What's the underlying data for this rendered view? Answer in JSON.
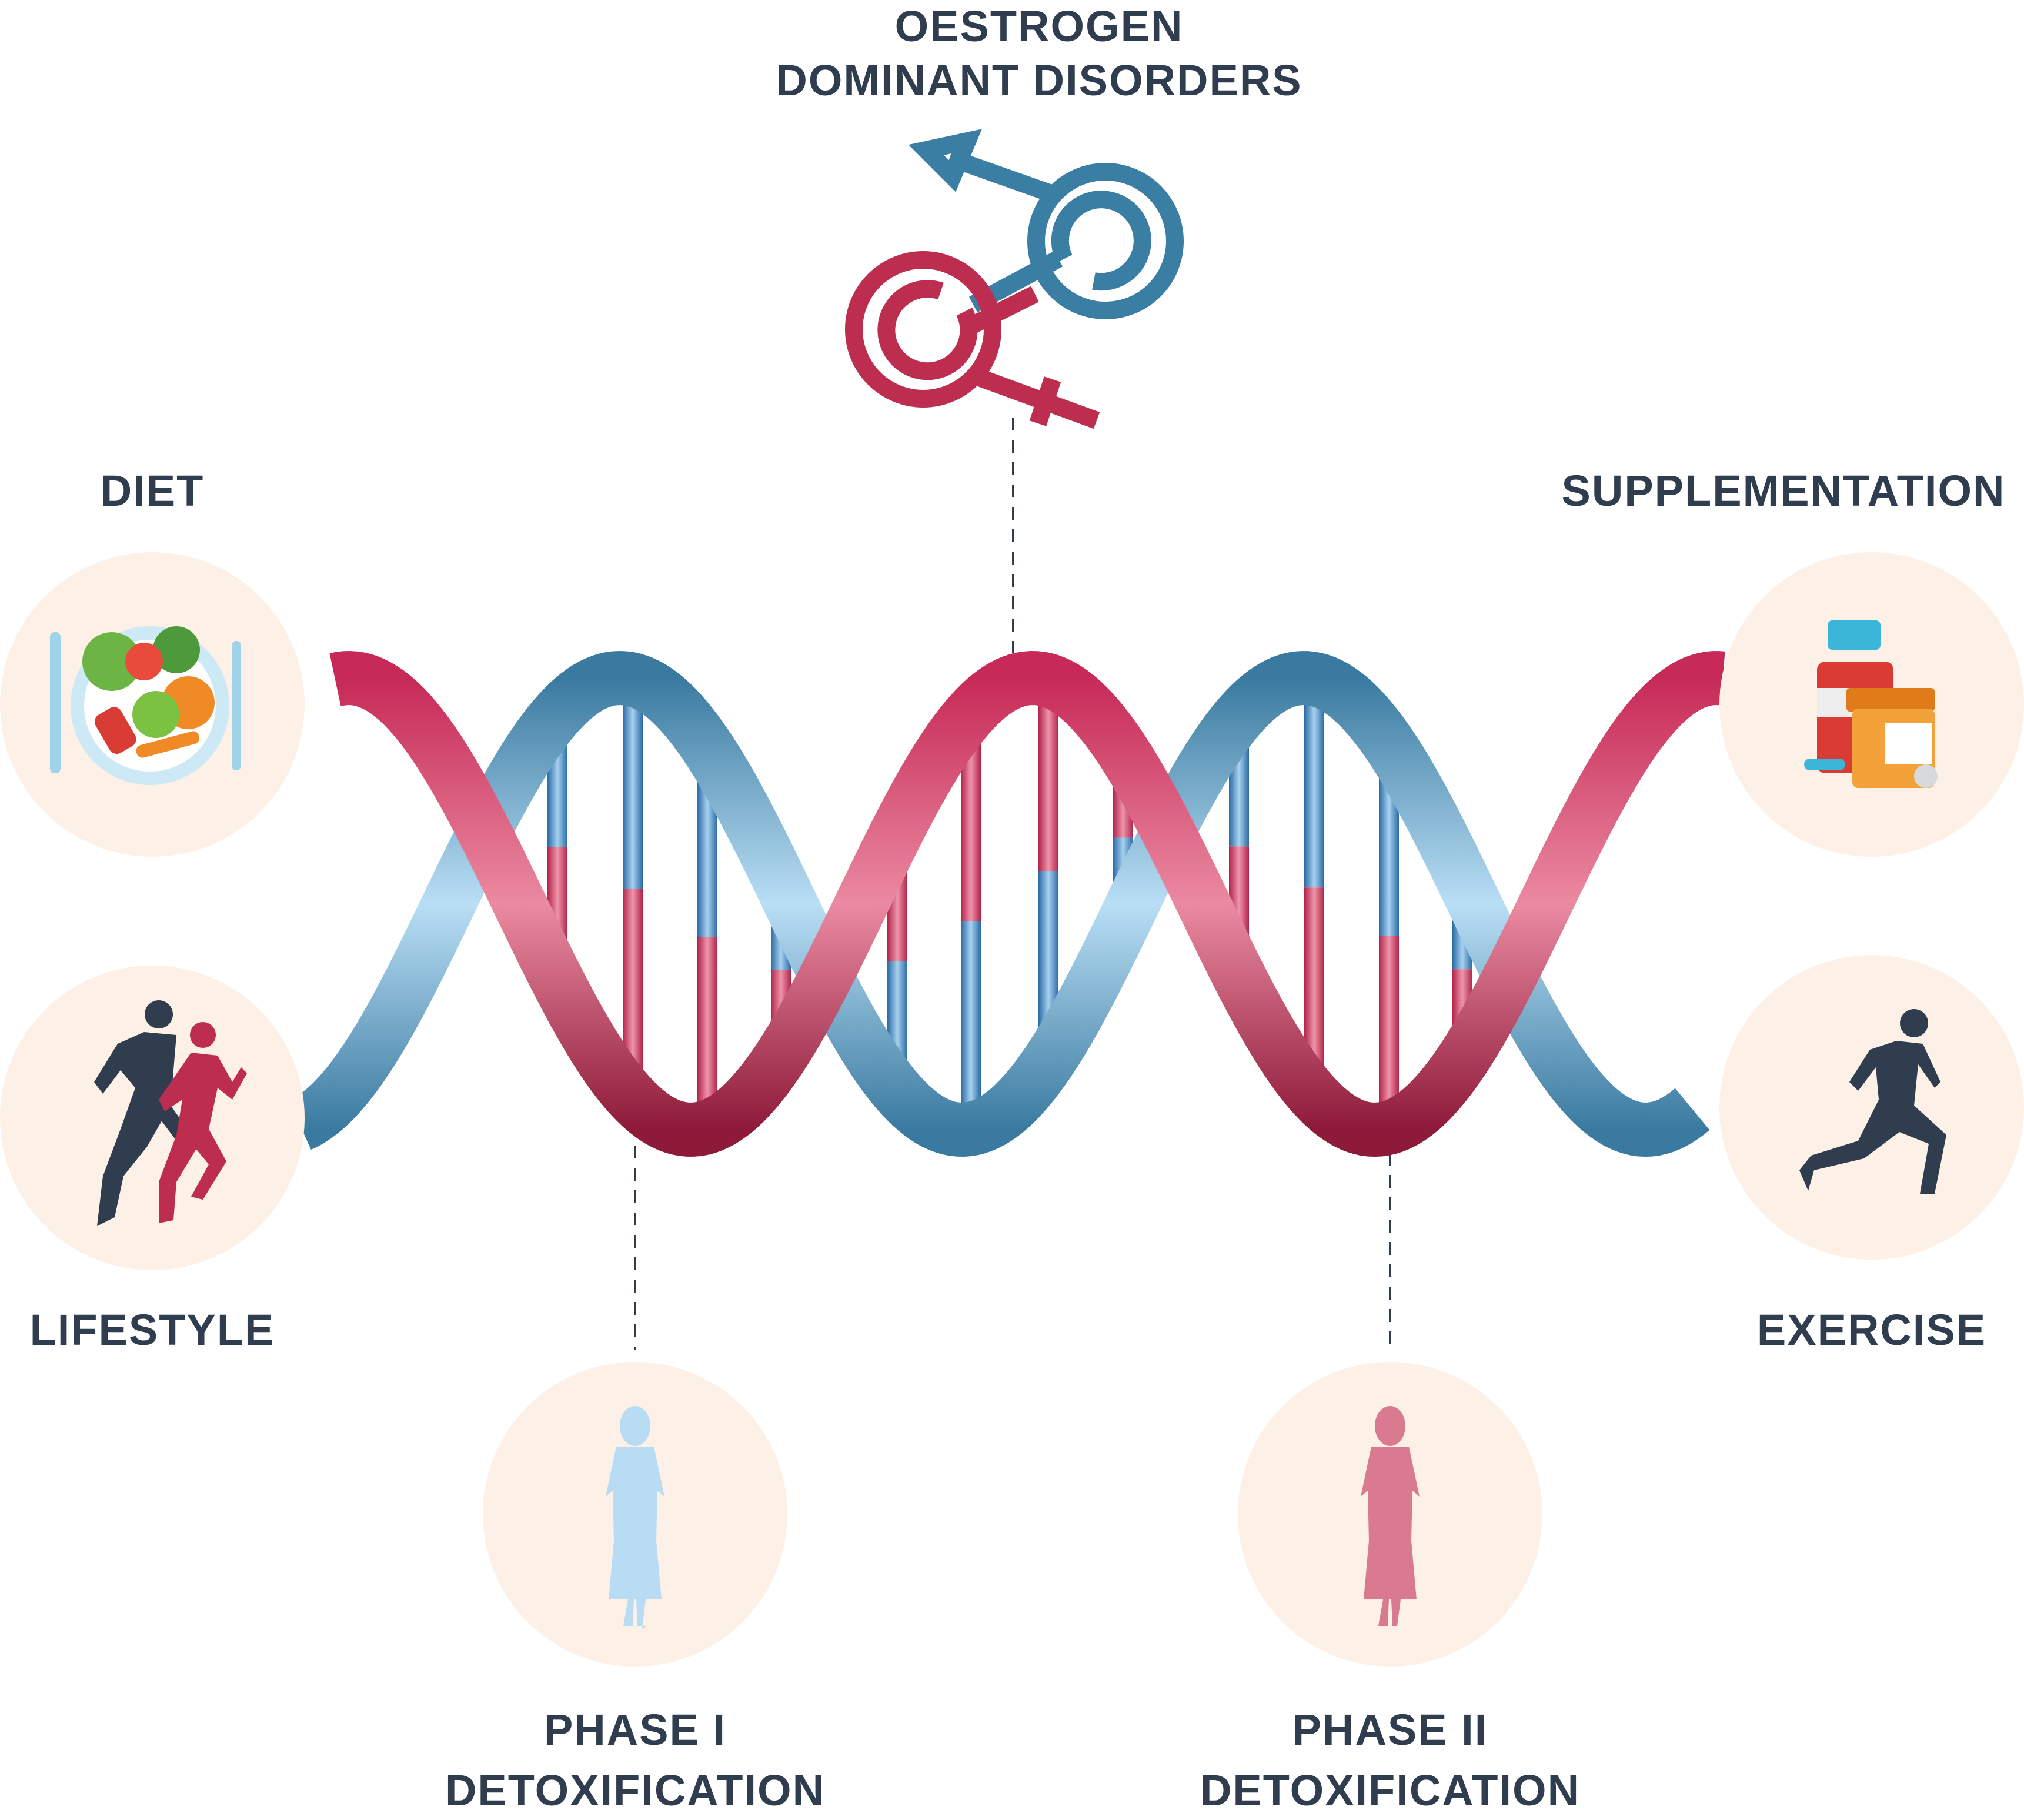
{
  "title": {
    "line1": "OESTROGEN",
    "line2": "DOMINANT DISORDERS"
  },
  "nodes": {
    "diet": "DIET",
    "lifestyle": "LIFESTYLE",
    "supplementation": "SUPPLEMENTATION",
    "exercise": "EXERCISE",
    "phase1": {
      "line1": "PHASE I",
      "line2": "DETOXIFICATION"
    },
    "phase2": {
      "line1": "PHASE II",
      "line2": "DETOXIFICATION"
    }
  },
  "colors": {
    "text": "#2f3d4e",
    "pink": "#c0304f",
    "blue": "#3b7ea3",
    "circle": "#fdf0e6",
    "light_blue": "#b8dcf3",
    "light_pink": "#d97a90"
  }
}
